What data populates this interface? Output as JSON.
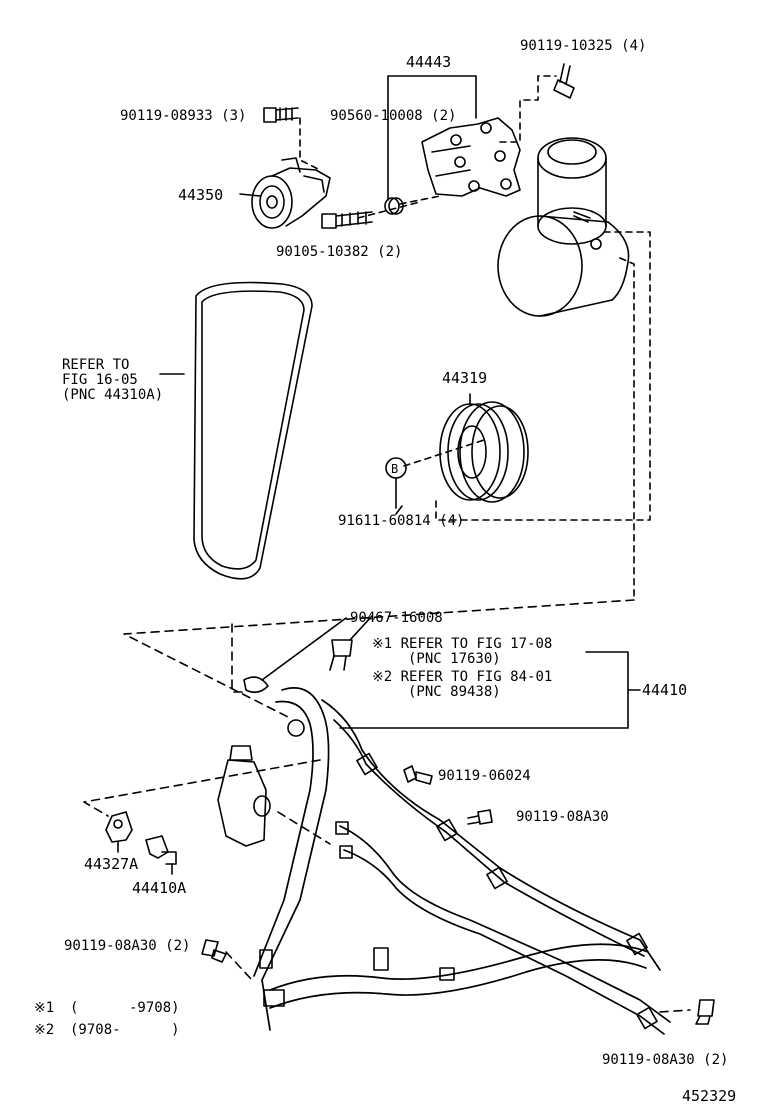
{
  "parts": {
    "p44443": "44443",
    "p90119_10325": "90119-10325 (4)",
    "p90119_08933": "90119-08933 (3)",
    "p90560_10008": "90560-10008 (2)",
    "p44350": "44350",
    "p90105_10382": "90105-10382 (2)",
    "p44319": "44319",
    "p91611_60814": "91611-60814 (4)",
    "p90467_16008": "90467-16008",
    "p44410": "44410",
    "p90119_06024": "90119-06024",
    "p90119_08A30": "90119-08A30",
    "p44327A": "44327A",
    "p44410A": "44410A",
    "p90119_08A30_2a": "90119-08A30 (2)",
    "p90119_08A30_2b": "90119-08A30 (2)"
  },
  "belt_ref": {
    "line1": "REFER TO",
    "line2": "FIG 16-05",
    "line3": "(PNC 44310A)"
  },
  "notes": {
    "n1_line1": "※1 REFER TO FIG 17-08",
    "n1_line2": "(PNC 17630)",
    "n2_line1": "※2 REFER TO FIG 84-01",
    "n2_line2": "(PNC 89438)"
  },
  "circle_marker": "B",
  "legend": {
    "row1_mark": "※1",
    "row1_range": "(      -9708)",
    "row2_mark": "※2",
    "row2_range": "(9708-      )"
  },
  "figure_id": "452329"
}
